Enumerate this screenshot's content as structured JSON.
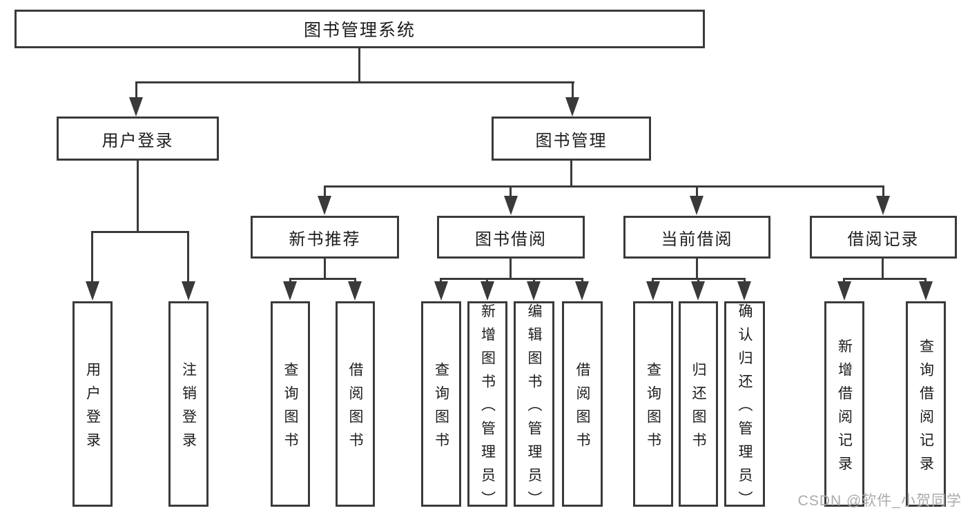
{
  "diagram": {
    "root": {
      "label": "图书管理系统"
    },
    "branches": [
      {
        "label": "用户登录",
        "children": [
          {
            "label": "用户登录"
          },
          {
            "label": "注销登录"
          }
        ]
      },
      {
        "label": "图书管理",
        "children": [
          {
            "label": "新书推荐",
            "children": [
              {
                "label": "查询图书"
              },
              {
                "label": "借阅图书"
              }
            ]
          },
          {
            "label": "图书借阅",
            "children": [
              {
                "label": "查询图书"
              },
              {
                "label": "新增图书（管理员）"
              },
              {
                "label": "编辑图书（管理员）"
              },
              {
                "label": "借阅图书"
              }
            ]
          },
          {
            "label": "当前借阅",
            "children": [
              {
                "label": "查询图书"
              },
              {
                "label": "归还图书"
              },
              {
                "label": "确认归还（管理员）"
              }
            ]
          },
          {
            "label": "借阅记录",
            "children": [
              {
                "label": "新增借阅记录"
              },
              {
                "label": "查询借阅记录"
              }
            ]
          }
        ]
      }
    ],
    "watermark": "CSDN @软件_小贺同学",
    "colors": {
      "line": "#3a3a3a",
      "text": "#1c1c1c",
      "watermark": "#ababab",
      "background": "#ffffff"
    }
  }
}
